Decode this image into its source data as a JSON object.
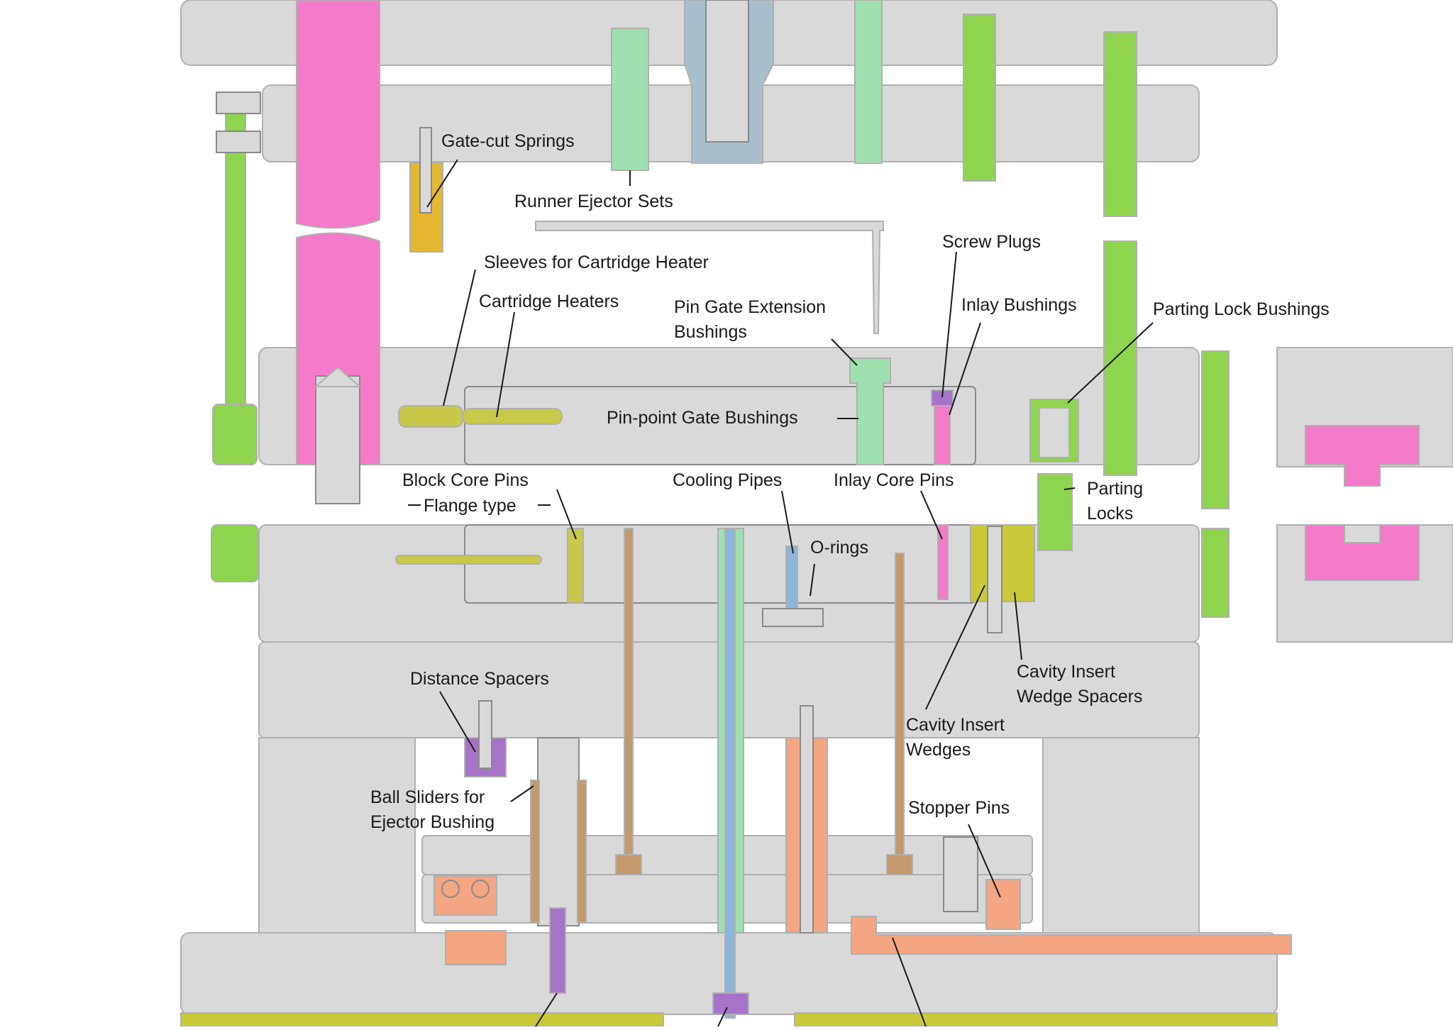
{
  "colors": {
    "plate": "#d9d9d9",
    "plate_stroke": "#b0b0b0",
    "pink": "#f47bc9",
    "green": "#8fd44f",
    "mint": "#9fe0b0",
    "steel": "#a9bfcc",
    "yellow_green": "#c8c84a",
    "gold": "#e3b830",
    "brown": "#c49a6c",
    "purple": "#a673c9",
    "salmon": "#f4a582",
    "blue": "#8cb6d9",
    "olive": "#c9c93a",
    "leader": "#1a1a1a"
  },
  "labels": {
    "gate_cut_springs": "Gate-cut Springs",
    "runner_ejector_sets": "Runner Ejector Sets",
    "sleeves_cartridge_heater": "Sleeves for Cartridge Heater",
    "cartridge_heaters": "Cartridge Heaters",
    "pin_gate_extension_1": "Pin Gate Extension",
    "pin_gate_extension_2": "Bushings",
    "screw_plugs": "Screw Plugs",
    "inlay_bushings": "Inlay Bushings",
    "parting_lock_bushings": "Parting Lock Bushings",
    "pin_point_gate_bushings": "Pin-point Gate Bushings",
    "block_core_pins_1": "Block Core Pins",
    "block_core_pins_2": "Flange type",
    "cooling_pipes": "Cooling Pipes",
    "inlay_core_pins": "Inlay Core Pins",
    "parting_locks_1": "Parting",
    "parting_locks_2": "Locks",
    "o_rings": "O-rings",
    "distance_spacers": "Distance Spacers",
    "cavity_insert_wedge_spacers_1": "Cavity Insert",
    "cavity_insert_wedge_spacers_2": "Wedge Spacers",
    "cavity_insert_wedges_1": "Cavity Insert",
    "cavity_insert_wedges_2": "Wedges",
    "ball_sliders_1": "Ball Sliders for",
    "ball_sliders_2": "Ejector Bushing",
    "stopper_pins": "Stopper Pins"
  }
}
